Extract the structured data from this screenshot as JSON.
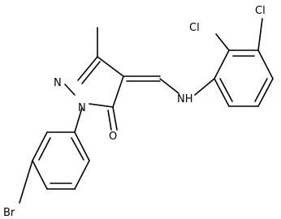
{
  "molecule": {
    "atoms": {
      "n_ring": "N",
      "n_aryl": "N",
      "oxygen": "O",
      "amine": "NH",
      "bromine": "Br",
      "chlorine_1": "Cl",
      "chlorine_2": "Cl"
    }
  }
}
